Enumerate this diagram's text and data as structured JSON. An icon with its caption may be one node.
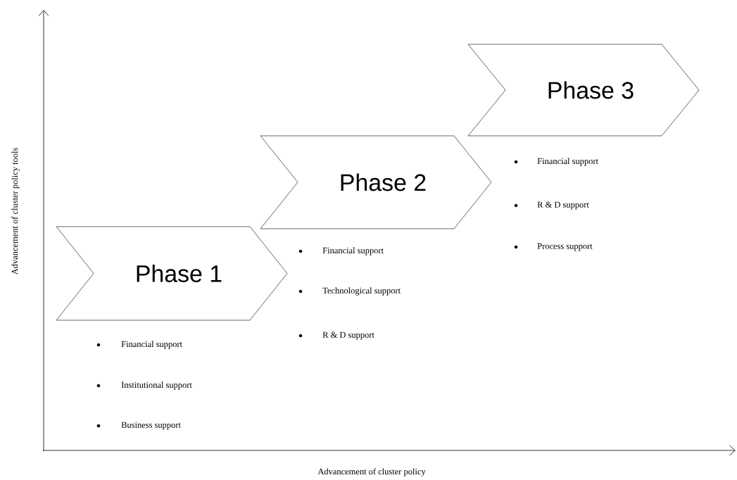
{
  "diagram": {
    "nodes": [
      {
        "text": [
          "Phase 1"
        ]
      },
      {
        "text": [
          "Phase 2"
        ]
      },
      {
        "text": [
          "Phase 3"
        ]
      }
    ],
    "edges": [],
    "labels": [
      "Advancement of cluster policy tools",
      "Financial support",
      "R & D support",
      "Process support",
      "Financial support",
      "Technological support",
      "R & D support",
      "Financial support",
      "Institutional support",
      "Business support",
      "Advancement of cluster policy"
    ]
  }
}
